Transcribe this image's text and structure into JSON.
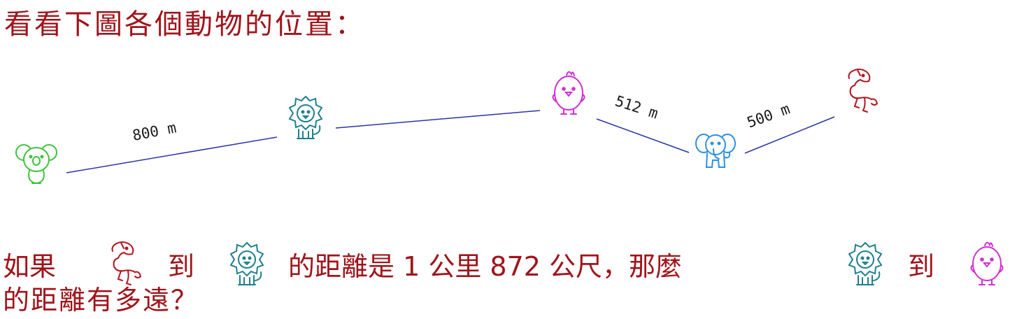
{
  "title": "看看下圖各個動物的位置：",
  "animals": [
    {
      "id": "koala",
      "icon": "koala-icon",
      "color": "#3cc43c"
    },
    {
      "id": "lion",
      "icon": "lion-icon",
      "color": "#1f7f8c"
    },
    {
      "id": "chick",
      "icon": "chick-icon",
      "color": "#d22fd2"
    },
    {
      "id": "elephant",
      "icon": "elephant-icon",
      "color": "#2f8fe0"
    },
    {
      "id": "horse",
      "icon": "horse-icon",
      "color": "#b3161f"
    }
  ],
  "segments": [
    {
      "from": "koala",
      "to": "lion",
      "label": "800 m"
    },
    {
      "from": "lion",
      "to": "chick",
      "label": ""
    },
    {
      "from": "chick",
      "to": "elephant",
      "label": "512 m"
    },
    {
      "from": "elephant",
      "to": "horse",
      "label": "500 m"
    }
  ],
  "line_color": "#2a35a8",
  "question": {
    "part1": "如果",
    "part2": "到",
    "part3": "的距離是 1 公里 872 公尺，那麼",
    "part4": "到",
    "line2": "的距離有多遠？"
  }
}
